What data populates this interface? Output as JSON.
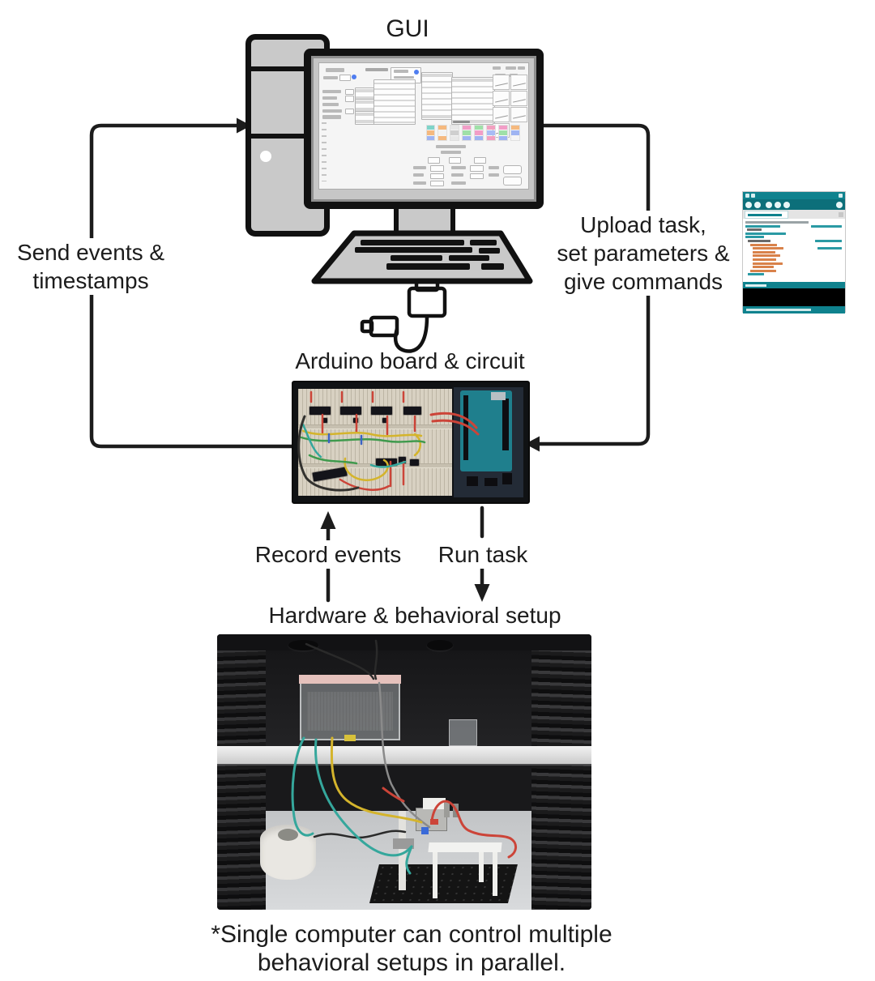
{
  "figure": {
    "gui_label": "GUI",
    "send_events_label": "Send events &\ntimestamps",
    "upload_label": "Upload task,\nset parameters &\ngive commands",
    "arduino_label": "Arduino board & circuit",
    "record_events_label": "Record events",
    "run_task_label": "Run task",
    "hardware_label": "Hardware & behavioral setup",
    "footnote": "*Single computer can control multiple\nbehavioral setups in parallel."
  },
  "colors": {
    "text": "#1c1c1c",
    "arrow": "#1c1c1c",
    "machine_gray": "#c9c9c9",
    "accent_blue": "#4f7df0",
    "ide_teal": "#0f828e",
    "ide_code_orange": "#d9824a",
    "ide_code_teal": "#2a9aa4",
    "ide_code_gray": "#9aa3a6",
    "breadboard_tan": "#d8d1c2",
    "arduino_pcb_teal": "#1f7f8d",
    "wire_red": "#cc4438",
    "wire_yellow": "#d4b42c",
    "wire_green": "#3f9a4d",
    "wire_teal": "#35a79c",
    "box_lid_pink": "#e5c1bc"
  },
  "gui_screen": {
    "chips": [
      [
        "#7fd4c8",
        "#f5b97f",
        "#9fb4f2"
      ],
      [
        "#f5b97f",
        "#f2f2f2",
        "#f5b97f"
      ],
      [
        "#e8e8e8",
        "#cfcfcf",
        "#e8e8e8"
      ],
      [
        "#f29ec7",
        "#9fe0a8",
        "#9fb4f2"
      ],
      [
        "#9fe0a8",
        "#f29ec7",
        "#9fb4f2"
      ],
      [
        "#f2a0c0",
        "#a8bcf5",
        "#f2a0c0"
      ],
      [
        "#f29ec7",
        "#9fe0a8",
        "#9fb4f2"
      ],
      [
        "#f5b97f",
        "#9fb4f2",
        "#f5f5f5"
      ]
    ]
  },
  "ide_thumbnail": {
    "code_lines": [
      {
        "i": 0,
        "w": 62,
        "c": "gray"
      },
      {
        "i": 0,
        "w": 34,
        "c": "teal",
        "cw": 30
      },
      {
        "i": 2,
        "w": 14,
        "c": "plain"
      },
      {
        "i": 0,
        "w": 40,
        "c": "teal"
      },
      {
        "i": 0,
        "w": 18,
        "c": "teal"
      },
      {
        "i": 3,
        "w": 22,
        "c": "plain",
        "cw": 26
      },
      {
        "i": 6,
        "w": 26,
        "c": "orange"
      },
      {
        "i": 9,
        "w": 30,
        "c": "orange",
        "cw": 24
      },
      {
        "i": 9,
        "w": 22,
        "c": "orange"
      },
      {
        "i": 9,
        "w": 27,
        "c": "orange"
      },
      {
        "i": 9,
        "w": 23,
        "c": "orange"
      },
      {
        "i": 9,
        "w": 29,
        "c": "orange"
      },
      {
        "i": 9,
        "w": 21,
        "c": "orange"
      },
      {
        "i": 6,
        "w": 25,
        "c": "orange"
      },
      {
        "i": 3,
        "w": 16,
        "c": "teal"
      }
    ]
  }
}
